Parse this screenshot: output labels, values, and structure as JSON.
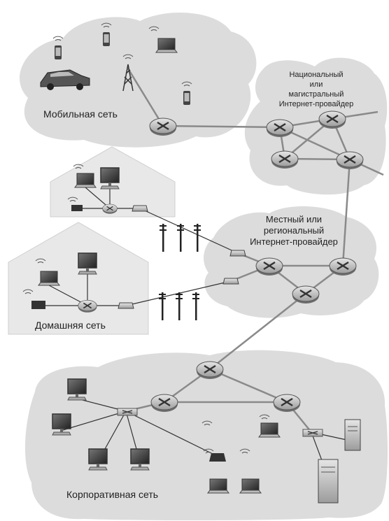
{
  "labels": {
    "mobile_network": "Мобильная сеть",
    "national_isp_line1": "Национальный",
    "national_isp_line2": "или",
    "national_isp_line3": "магистральный",
    "national_isp_line4": "Интернет-провайдер",
    "regional_isp_line1": "Местный или",
    "regional_isp_line2": "региональный",
    "regional_isp_line3": "Интернет-провайдер",
    "home_network": "Домашняя сеть",
    "corporate_network": "Корпоративная сеть"
  },
  "colors": {
    "cloud": "#dcdcdc",
    "house": "#e8e8e8",
    "link": "#8a8a8a",
    "router_fill": "#c4c4c4",
    "router_stroke": "#555555"
  }
}
